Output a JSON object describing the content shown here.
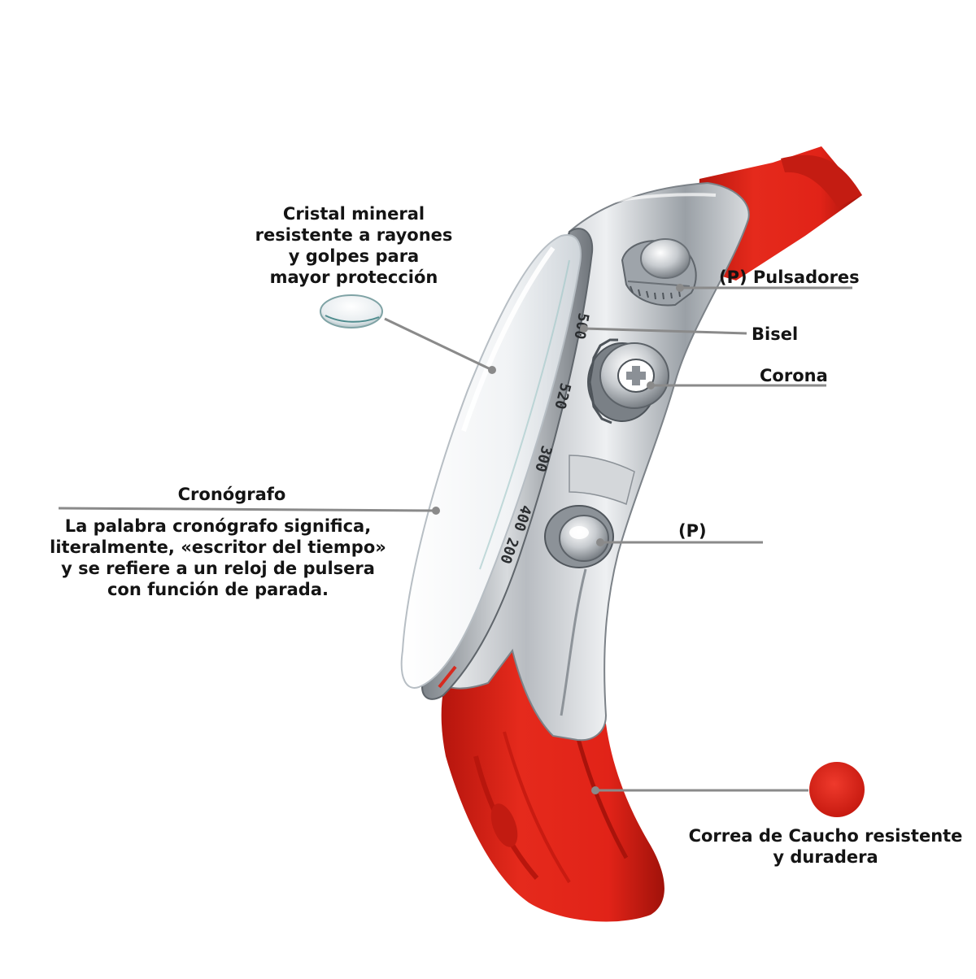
{
  "colors": {
    "background": "#ffffff",
    "strap_red": "#e32419",
    "steel": "#c9ccd0",
    "callout_line": "#8a8a8a",
    "text": "#141414"
  },
  "callouts": {
    "crystal": {
      "lines": [
        "Cristal mineral",
        "resistente a rayones",
        "y golpes para",
        "mayor protección"
      ]
    },
    "pushers": {
      "label": "(P) Pulsadores"
    },
    "bezel": {
      "label": "Bisel"
    },
    "crown": {
      "label": "Corona"
    },
    "chronograph": {
      "title": "Cronógrafo",
      "lines": [
        "La palabra cronógrafo significa,",
        "literalmente, «escritor del tiempo»",
        "y se refiere a un reloj de pulsera",
        "con función de parada."
      ]
    },
    "pusher_lower": {
      "label": "(P)"
    },
    "strap": {
      "lines": [
        "Correa de Caucho resistente",
        "y duradera"
      ]
    }
  },
  "bezel_scale": {
    "marks": [
      "500",
      "520",
      "300",
      "200",
      "400"
    ]
  },
  "icons": {
    "crown_logo": "swiss-cross-icon",
    "crystal_sample": "crystal-disc-icon",
    "rubber_sample": "rubber-swatch-icon"
  }
}
